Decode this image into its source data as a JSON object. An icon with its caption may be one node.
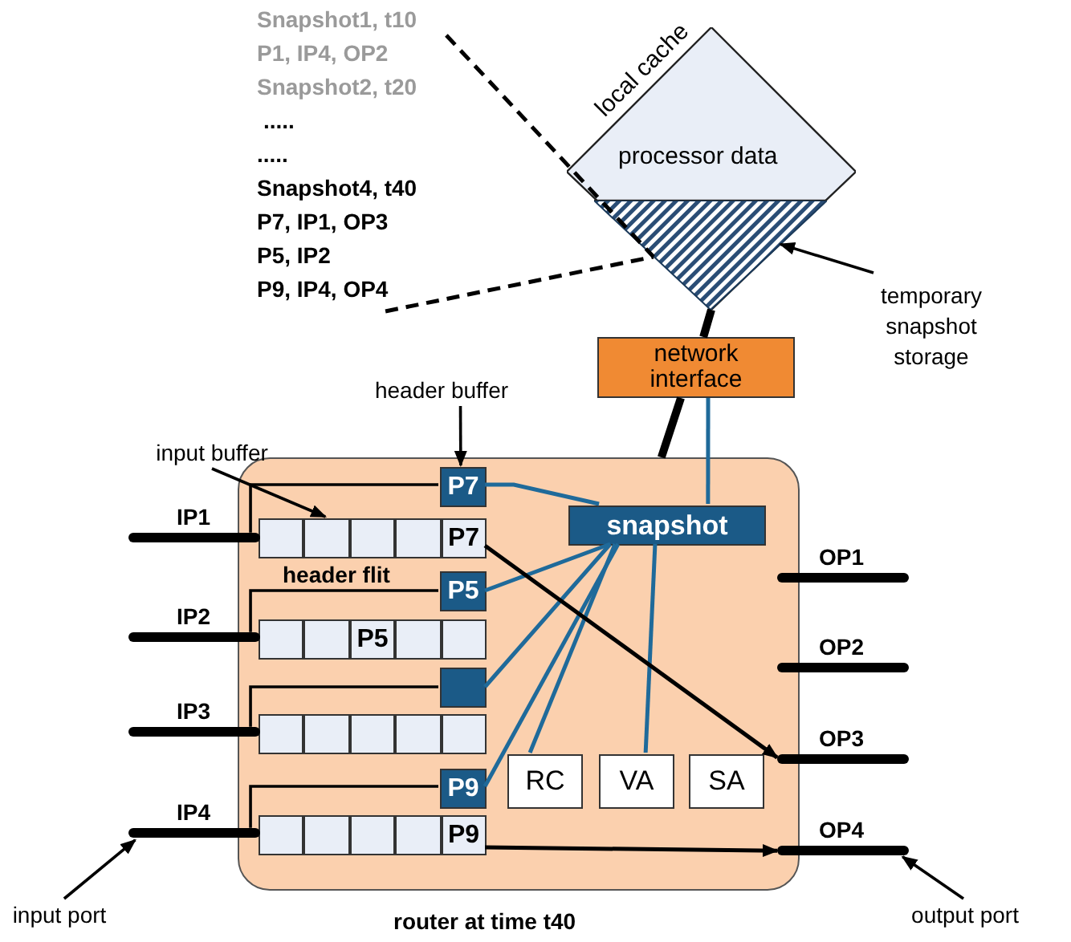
{
  "diagram": {
    "nodes": [
      {
        "text": [
          "Snapshot1, t10",
          "P1, IP4, OP2",
          "Snapshot2, t20",
          ".....",
          ".....",
          "Snapshot4, t40",
          "P7, IP1, OP3",
          "P5, IP2",
          "P9, IP4, OP4"
        ]
      },
      {
        "text": [
          "local cache",
          "processor data"
        ]
      },
      {
        "text": [],
        "shape": "triangle",
        "in": 1
      },
      {
        "text": [
          "temporary snapshot storage"
        ]
      },
      {
        "text": [
          "network interface"
        ]
      },
      {
        "text": [
          "router at time t40"
        ]
      },
      {
        "text": [
          "snapshot"
        ],
        "in": 5
      },
      {
        "text": [
          "P7"
        ],
        "in": 5
      },
      {
        "text": [
          "P5"
        ],
        "in": 5
      },
      {
        "text": [],
        "shape": "box",
        "in": 5
      },
      {
        "text": [
          "P9"
        ],
        "in": 5
      },
      {
        "text": [],
        "shape": "box",
        "in": 5
      },
      {
        "text": [],
        "shape": "box",
        "in": 5
      },
      {
        "text": [],
        "shape": "box",
        "in": 5
      },
      {
        "text": [],
        "shape": "box",
        "in": 5
      },
      {
        "text": [
          "P7"
        ],
        "in": 5
      },
      {
        "text": [],
        "shape": "box",
        "in": 5
      },
      {
        "text": [],
        "shape": "box",
        "in": 5
      },
      {
        "text": [
          "P5"
        ],
        "in": 5
      },
      {
        "text": [],
        "shape": "box",
        "in": 5
      },
      {
        "text": [],
        "shape": "box",
        "in": 5
      },
      {
        "text": [],
        "shape": "box",
        "in": 5
      },
      {
        "text": [],
        "shape": "box",
        "in": 5
      },
      {
        "text": [],
        "shape": "box",
        "in": 5
      },
      {
        "text": [],
        "shape": "box",
        "in": 5
      },
      {
        "text": [],
        "shape": "box",
        "in": 5
      },
      {
        "text": [],
        "shape": "box",
        "in": 5
      },
      {
        "text": [],
        "shape": "box",
        "in": 5
      },
      {
        "text": [],
        "shape": "box",
        "in": 5
      },
      {
        "text": [],
        "shape": "box",
        "in": 5
      },
      {
        "text": [
          "P9"
        ],
        "in": 5
      },
      {
        "text": [
          "RC"
        ],
        "in": 5
      },
      {
        "text": [
          "VA"
        ],
        "in": 5
      },
      {
        "text": [
          "SA"
        ],
        "in": 5
      },
      {
        "text": [
          "IP1"
        ]
      },
      {
        "text": [
          "IP2"
        ]
      },
      {
        "text": [
          "IP3"
        ]
      },
      {
        "text": [
          "IP4"
        ]
      },
      {
        "text": [
          "OP1"
        ]
      },
      {
        "text": [
          "OP2"
        ]
      },
      {
        "text": [
          "OP3"
        ]
      },
      {
        "text": [
          "OP4"
        ]
      },
      {
        "text": [
          "input buffer"
        ]
      },
      {
        "text": [
          "header buffer"
        ]
      },
      {
        "text": [
          "input port"
        ]
      },
      {
        "text": [
          "output port"
        ]
      }
    ],
    "edges": [
      {
        "from": 0,
        "to": 2,
        "arrow": "none",
        "style": "dashed"
      },
      {
        "from": 0,
        "to": 2,
        "arrow": "none",
        "style": "dashed"
      },
      {
        "from": 4,
        "to": 1,
        "arrow": "none",
        "style": "thick"
      },
      {
        "from": 5,
        "to": 4,
        "arrow": "none",
        "style": "thick"
      },
      {
        "from": 4,
        "to": 6,
        "arrow": "none",
        "color": "#1f6a9a"
      },
      {
        "from": 6,
        "to": 7,
        "arrow": "none",
        "color": "#1f6a9a"
      },
      {
        "from": 6,
        "to": 8,
        "arrow": "none",
        "color": "#1f6a9a"
      },
      {
        "from": 6,
        "to": 9,
        "arrow": "none",
        "color": "#1f6a9a"
      },
      {
        "from": 6,
        "to": 10,
        "arrow": "none",
        "color": "#1f6a9a"
      },
      {
        "from": 6,
        "to": 31,
        "arrow": "none",
        "color": "#1f6a9a"
      },
      {
        "from": 6,
        "to": 32,
        "arrow": "none",
        "color": "#1f6a9a"
      },
      {
        "from": 34,
        "to": 7,
        "arrow": "none"
      },
      {
        "from": 35,
        "to": 8,
        "arrow": "none"
      },
      {
        "from": 36,
        "to": 9,
        "arrow": "none"
      },
      {
        "from": 37,
        "to": 10,
        "arrow": "none"
      },
      {
        "from": 15,
        "to": 40,
        "arrow": "to"
      },
      {
        "from": 30,
        "to": 41,
        "arrow": "to"
      },
      {
        "from": 42,
        "to": 12,
        "arrow": "to"
      },
      {
        "from": 43,
        "to": 7,
        "arrow": "to"
      },
      {
        "from": 44,
        "to": 37,
        "arrow": "to"
      },
      {
        "from": 45,
        "to": 41,
        "arrow": "to"
      },
      {
        "from": 3,
        "to": 2,
        "arrow": "to"
      }
    ],
    "labels": [
      "header flit"
    ]
  }
}
